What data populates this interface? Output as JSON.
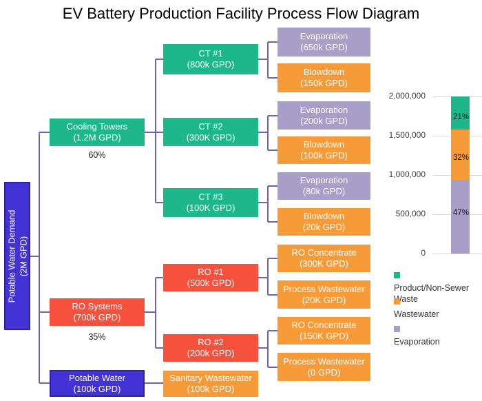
{
  "title": "EV Battery Production Facility Process Flow Diagram",
  "colors": {
    "green": "#1db78b",
    "orange": "#f79a38",
    "purple": "#a79fc8",
    "red": "#f5513d",
    "blue": "#4433d4",
    "connector": "#6a66b2"
  },
  "flow": {
    "source": {
      "label": "Potable Water Demand",
      "sub": "(2M GPD)"
    },
    "nodes": [
      {
        "label": "Cooling Towers",
        "sub": "(1.2M GPD)",
        "pct": "60%"
      },
      {
        "label": "RO Systems",
        "sub": "(700k GPD)",
        "pct": "35%"
      },
      {
        "label": "Potable Water",
        "sub": "(100k GPD)"
      },
      {
        "label": "CT #1",
        "sub": "(800k GPD)"
      },
      {
        "label": "CT #2",
        "sub": "(300K GPD)"
      },
      {
        "label": "CT #3",
        "sub": "(100K GPD)"
      },
      {
        "label": "RO #1",
        "sub": "(500k GPD)"
      },
      {
        "label": "RO #2",
        "sub": "(200k GPD)"
      },
      {
        "label": "Sanitary Wastewater",
        "sub": "(100k GPD)"
      },
      {
        "label": "Evaporation",
        "sub": "(650k GPD)"
      },
      {
        "label": "Blowdown",
        "sub": "(150k GPD)"
      },
      {
        "label": "Evaporation",
        "sub": "(200k GPD)"
      },
      {
        "label": "Blowdown",
        "sub": "(100k GPD)"
      },
      {
        "label": "Evaporation",
        "sub": "(80k GPD)"
      },
      {
        "label": "Blowdown",
        "sub": "(20k GPD)"
      },
      {
        "label": "RO Concentrate",
        "sub": "(300K GPD)"
      },
      {
        "label": "Process Wastewater",
        "sub": "(20K GPD)"
      },
      {
        "label": "RO Concentrate",
        "sub": "(150K GPD)"
      },
      {
        "label": "Process Wastewater",
        "sub": "(0 GPD)"
      }
    ]
  },
  "chart_data": {
    "type": "bar",
    "stacked": true,
    "title": "",
    "categories": [
      ""
    ],
    "series": [
      {
        "name": "Evaporation",
        "values": [
          940000
        ],
        "pct": "47%",
        "color": "#a79fc8"
      },
      {
        "name": "Wastewater",
        "values": [
          640000
        ],
        "pct": "32%",
        "color": "#f79a38"
      },
      {
        "name": "Product/Non-Sewer Waste",
        "values": [
          420000
        ],
        "pct": "21%",
        "color": "#1db78b"
      }
    ],
    "ylim": [
      0,
      2000000
    ],
    "yticks": [
      "2,000,000",
      "1,500,000",
      "1,000,000",
      "500,000",
      "0"
    ],
    "grid": true,
    "legend_position": "bottom-right",
    "legend": [
      {
        "label": "Product/Non-Sewer Waste",
        "color": "#1db78b"
      },
      {
        "label": "Wastewater",
        "color": "#f79a38"
      },
      {
        "label": "Evaporation",
        "color": "#a79fc8"
      }
    ]
  }
}
